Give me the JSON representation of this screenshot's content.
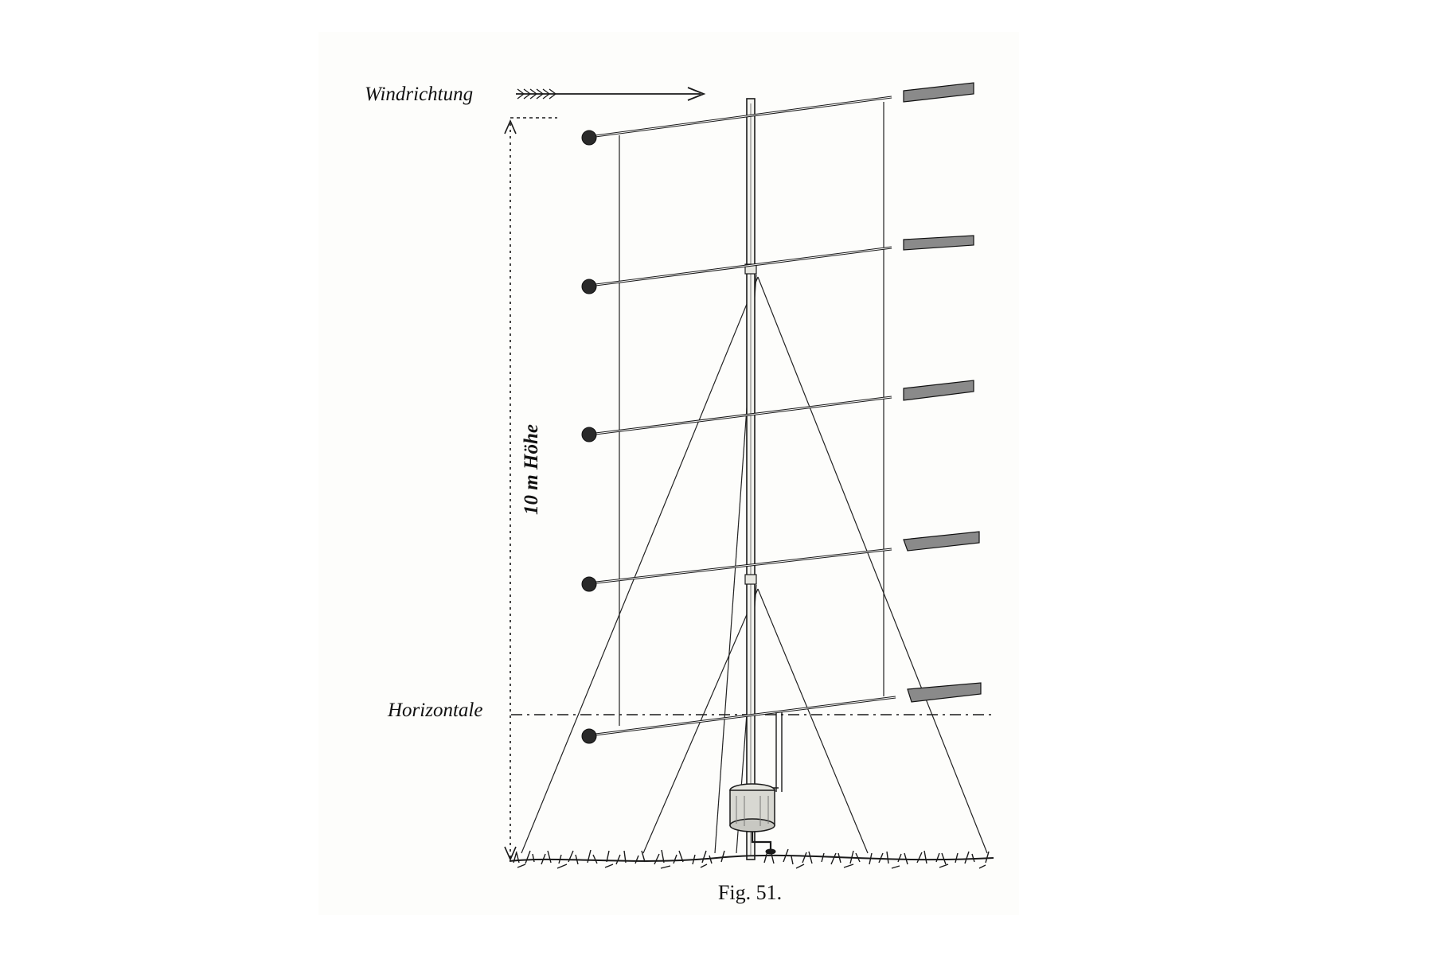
{
  "figure": {
    "caption": "Fig. 51.",
    "labels": {
      "wind_direction": "Windrichtung",
      "horizontal": "Horizontale",
      "height": "10 m Höhe"
    },
    "vane_count": 5,
    "ink_color": "#1a1a1a",
    "paper_color": "#ffffff"
  }
}
